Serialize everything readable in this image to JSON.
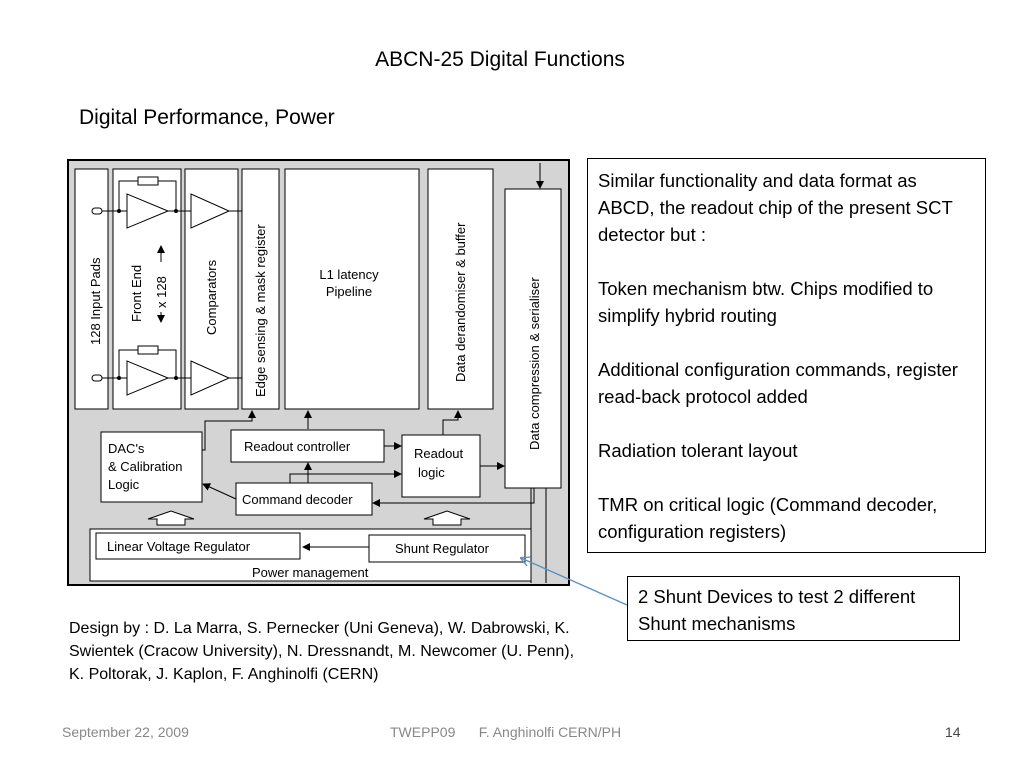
{
  "slide": {
    "title": "ABCN-25 Digital Functions",
    "subtitle": "Digital Performance, Power"
  },
  "diagram": {
    "input_pads": "128 Input Pads",
    "front_end": "Front End",
    "front_end_count": "x 128",
    "comparators": "Comparators",
    "edge_sensing": "Edge sensing & mask register",
    "l1_latency_line1": "L1 latency",
    "l1_latency_line2": "Pipeline",
    "derandomiser": "Data derandomiser & buffer",
    "compression": "Data compression & serialiser",
    "dacs_line1": "DAC's",
    "dacs_line2": "& Calibration",
    "dacs_line3": "Logic",
    "readout_controller": "Readout controller",
    "readout_logic_line1": "Readout",
    "readout_logic_line2": "logic",
    "command_decoder": "Command decoder",
    "linear_regulator": "Linear Voltage Regulator",
    "shunt_regulator": "Shunt Regulator",
    "power_management": "Power management"
  },
  "info": {
    "p1": "Similar functionality and data format as ABCD, the readout chip of the present SCT detector but :",
    "p2": "Token mechanism btw. Chips modified to simplify hybrid routing",
    "p3": "Additional configuration commands, register read-back protocol added",
    "p4": "Radiation tolerant layout",
    "p5": "TMR on critical logic (Command decoder, configuration registers)"
  },
  "callout": "2 Shunt Devices to test 2 different Shunt mechanisms",
  "credits": "Design by : D. La Marra, S. Pernecker (Uni Geneva), W. Dabrowski, K. Swientek (Cracow University), N. Dressnandt, M. Newcomer (U. Penn), K. Poltorak, J. Kaplon, F. Anghinolfi (CERN)",
  "footer": {
    "date": "September 22, 2009",
    "center": "TWEPP09      F. Anghinolfi CERN/PH",
    "page": "14"
  },
  "colors": {
    "chip_background": "#d4d4d4",
    "callout_arrow": "#5b8fc7",
    "footer_text": "#888888"
  }
}
